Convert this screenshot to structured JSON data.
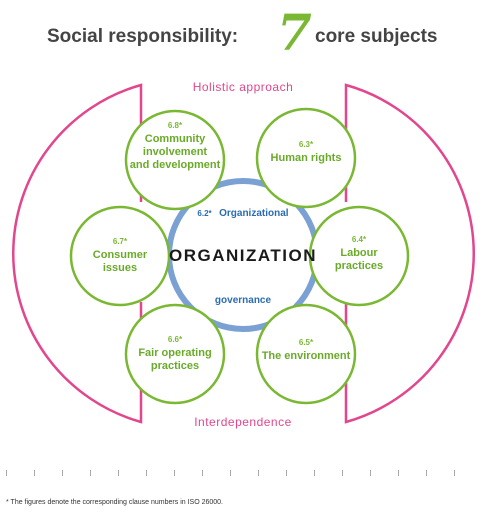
{
  "title": {
    "part1": "Social responsibility:",
    "number": "7",
    "part2": "core subjects"
  },
  "labels": {
    "top": "Holistic approach",
    "bottom": "Interdependence"
  },
  "center": {
    "organization": "ORGANIZATION",
    "governance_number": "6.2*",
    "governance_line1": "Organizational",
    "governance_line2": "governance"
  },
  "subjects": [
    {
      "number": "6.8*",
      "lines": [
        "Community",
        "involvement",
        "and development"
      ]
    },
    {
      "number": "6.3*",
      "lines": [
        "Human rights"
      ]
    },
    {
      "number": "6.7*",
      "lines": [
        "Consumer",
        "issues"
      ]
    },
    {
      "number": "6.4*",
      "lines": [
        "Labour",
        "practices"
      ]
    },
    {
      "number": "6.6*",
      "lines": [
        "Fair operating",
        "practices"
      ]
    },
    {
      "number": "6.5*",
      "lines": [
        "The environment"
      ]
    }
  ],
  "footnote": "* The figures denote the corresponding clause numbers in ISO 26000.",
  "colors": {
    "green": "#7ab833",
    "pink": "#e2468d",
    "blue": "#7aa0d4",
    "text_blue": "#2a6cb0"
  }
}
